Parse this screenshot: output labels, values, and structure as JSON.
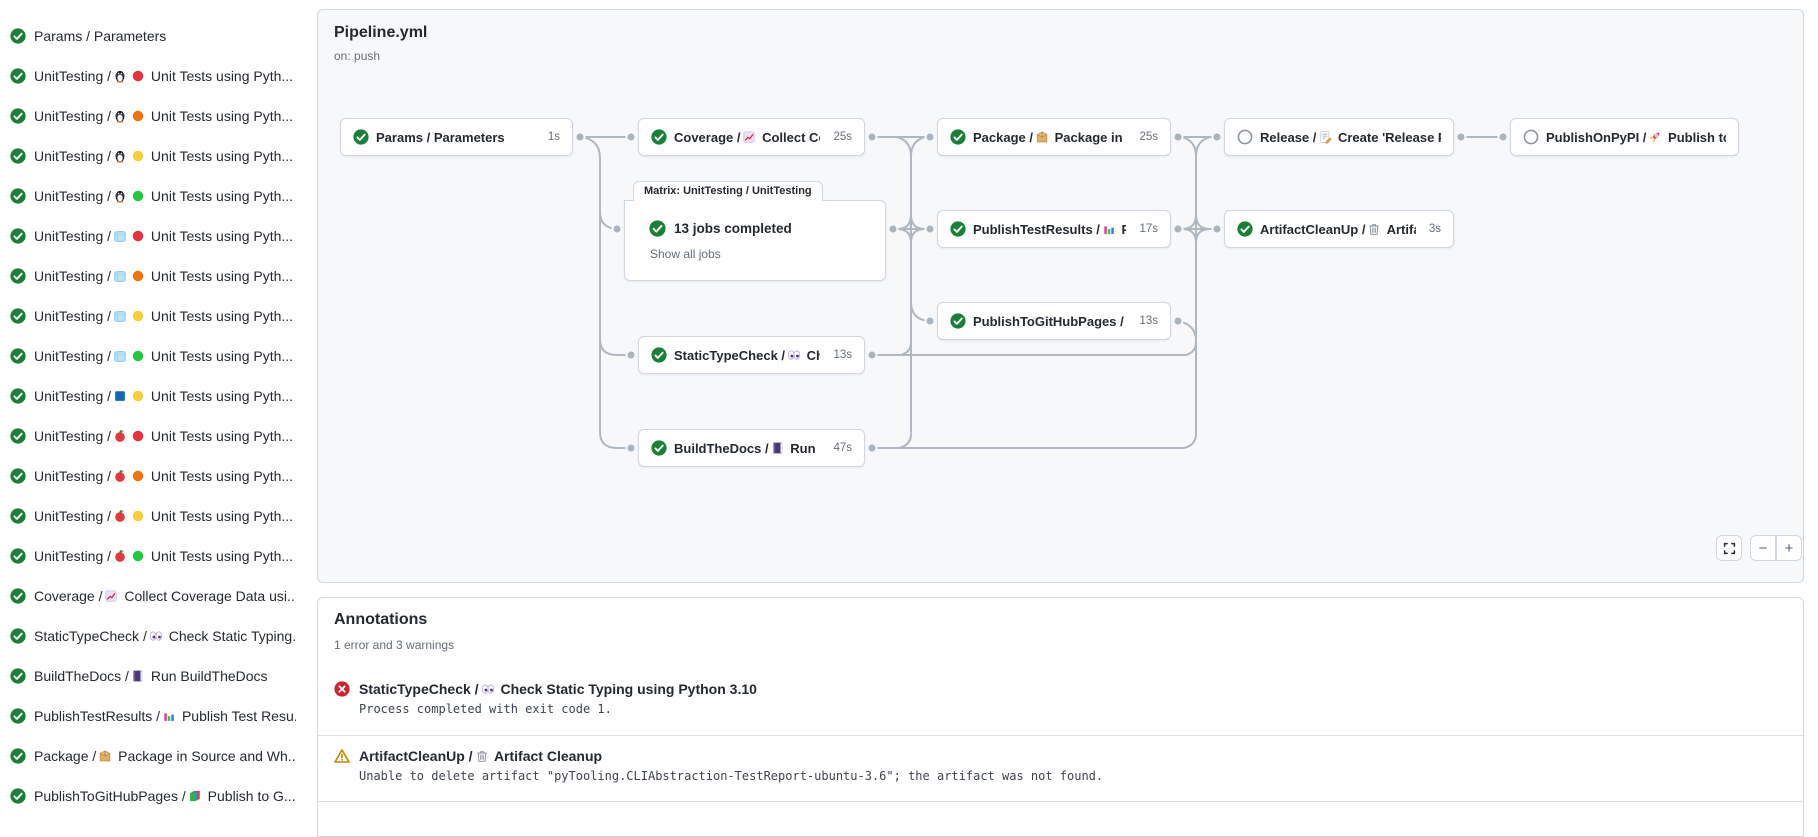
{
  "colors": {
    "success": "#1a7f37",
    "error": "#cf222e",
    "warning": "#bf8700",
    "canvas_bg": "#f7f8fa",
    "border": "#d0d7de",
    "edge": "#afb8c1",
    "muted_text": "#656d76"
  },
  "graph": {
    "title": "Pipeline.yml",
    "trigger": "on: push",
    "matrix": {
      "label": "Matrix: UnitTesting / UnitTesting",
      "status_text": "13 jobs completed",
      "link_text": "Show all jobs",
      "status": "success"
    },
    "nodes": [
      {
        "id": "params",
        "status": "success",
        "text_before": "Params / Parameters",
        "icon": "",
        "text_after": "",
        "duration": "1s"
      },
      {
        "id": "coverage",
        "status": "success",
        "text_before": "Coverage /",
        "icon": "chart-up-icon",
        "text_after": "Collect Cove...",
        "duration": "25s"
      },
      {
        "id": "package",
        "status": "success",
        "text_before": "Package /",
        "icon": "package-icon",
        "text_after": "Package in So...",
        "duration": "25s"
      },
      {
        "id": "release",
        "status": "skipped",
        "text_before": "Release /",
        "icon": "memo-icon",
        "text_after": "Create 'Release P...",
        "duration": ""
      },
      {
        "id": "publishonpypi",
        "status": "skipped",
        "text_before": "PublishOnPyPI /",
        "icon": "rocket-icon",
        "text_after": "Publish to ...",
        "duration": ""
      },
      {
        "id": "publishtestresults",
        "status": "success",
        "text_before": "PublishTestResults /",
        "icon": "bar-chart-icon",
        "text_after": "Pu...",
        "duration": "17s"
      },
      {
        "id": "artifactcleanup",
        "status": "success",
        "text_before": "ArtifactCleanUp /",
        "icon": "trash-icon",
        "text_after": "Artifac...",
        "duration": "3s"
      },
      {
        "id": "publishtogithubpages",
        "status": "success",
        "text_before": "PublishToGitHubPages /",
        "icon": "books-icon",
        "text_after": "...",
        "duration": "13s"
      },
      {
        "id": "statictypecheck",
        "status": "success",
        "text_before": "StaticTypeCheck /",
        "icon": "eyes-icon",
        "text_after": "Chec...",
        "duration": "13s"
      },
      {
        "id": "buildthedocs",
        "status": "success",
        "text_before": "BuildTheDocs /",
        "icon": "book-icon",
        "text_after": "Run Buil...",
        "duration": "47s"
      }
    ],
    "controls": {
      "fullscreen": "fullscreen-icon",
      "zoom_out": "−",
      "zoom_in": "+"
    }
  },
  "sidebar": {
    "items": [
      {
        "status": "success",
        "text_before": "Params / Parameters",
        "icons": [],
        "text_after": ""
      },
      {
        "status": "success",
        "text_before": "UnitTesting /",
        "icons": [
          "penguin-icon",
          "dot-red-icon"
        ],
        "text_after": "Unit Tests using Pyth..."
      },
      {
        "status": "success",
        "text_before": "UnitTesting /",
        "icons": [
          "penguin-icon",
          "dot-orange-icon"
        ],
        "text_after": "Unit Tests using Pyth..."
      },
      {
        "status": "success",
        "text_before": "UnitTesting /",
        "icons": [
          "penguin-icon",
          "dot-yellow-icon"
        ],
        "text_after": "Unit Tests using Pyth..."
      },
      {
        "status": "success",
        "text_before": "UnitTesting /",
        "icons": [
          "penguin-icon",
          "dot-green-icon"
        ],
        "text_after": "Unit Tests using Pyth..."
      },
      {
        "status": "success",
        "text_before": "UnitTesting /",
        "icons": [
          "ice-icon",
          "dot-red-icon"
        ],
        "text_after": "Unit Tests using Pyth..."
      },
      {
        "status": "success",
        "text_before": "UnitTesting /",
        "icons": [
          "ice-icon",
          "dot-orange-icon"
        ],
        "text_after": "Unit Tests using Pyth..."
      },
      {
        "status": "success",
        "text_before": "UnitTesting /",
        "icons": [
          "ice-icon",
          "dot-yellow-icon"
        ],
        "text_after": "Unit Tests using Pyth..."
      },
      {
        "status": "success",
        "text_before": "UnitTesting /",
        "icons": [
          "ice-icon",
          "dot-green-icon"
        ],
        "text_after": "Unit Tests using Pyth..."
      },
      {
        "status": "success",
        "text_before": "UnitTesting /",
        "icons": [
          "windows-icon",
          "dot-yellow-icon"
        ],
        "text_after": "Unit Tests using Pyth..."
      },
      {
        "status": "success",
        "text_before": "UnitTesting /",
        "icons": [
          "apple-icon",
          "dot-red-icon"
        ],
        "text_after": "Unit Tests using Pyth..."
      },
      {
        "status": "success",
        "text_before": "UnitTesting /",
        "icons": [
          "apple-icon",
          "dot-orange-icon"
        ],
        "text_after": "Unit Tests using Pyth..."
      },
      {
        "status": "success",
        "text_before": "UnitTesting /",
        "icons": [
          "apple-icon",
          "dot-yellow-icon"
        ],
        "text_after": "Unit Tests using Pyth..."
      },
      {
        "status": "success",
        "text_before": "UnitTesting /",
        "icons": [
          "apple-icon",
          "dot-green-icon"
        ],
        "text_after": "Unit Tests using Pyth..."
      },
      {
        "status": "success",
        "text_before": "Coverage /",
        "icons": [
          "chart-up-icon"
        ],
        "text_after": "Collect Coverage Data usi..."
      },
      {
        "status": "success",
        "text_before": "StaticTypeCheck /",
        "icons": [
          "eyes-icon"
        ],
        "text_after": "Check Static Typing..."
      },
      {
        "status": "success",
        "text_before": "BuildTheDocs /",
        "icons": [
          "book-icon"
        ],
        "text_after": "Run BuildTheDocs"
      },
      {
        "status": "success",
        "text_before": "PublishTestResults /",
        "icons": [
          "bar-chart-icon"
        ],
        "text_after": "Publish Test Resu..."
      },
      {
        "status": "success",
        "text_before": "Package /",
        "icons": [
          "package-icon"
        ],
        "text_after": "Package in Source and Wh..."
      },
      {
        "status": "success",
        "text_before": "PublishToGitHubPages /",
        "icons": [
          "books-icon"
        ],
        "text_after": "Publish to G..."
      }
    ]
  },
  "annotations": {
    "title": "Annotations",
    "summary": "1 error and 3 warnings",
    "items": [
      {
        "type": "error",
        "text_before": "StaticTypeCheck /",
        "icon": "eyes-icon",
        "text_after": "Check Static Typing using Python 3.10",
        "message": "Process completed with exit code 1."
      },
      {
        "type": "warning",
        "text_before": "ArtifactCleanUp /",
        "icon": "trash-icon",
        "text_after": "Artifact Cleanup",
        "message": "Unable to delete artifact \"pyTooling.CLIAbstraction-TestReport-ubuntu-3.6\"; the artifact was not found."
      }
    ]
  }
}
